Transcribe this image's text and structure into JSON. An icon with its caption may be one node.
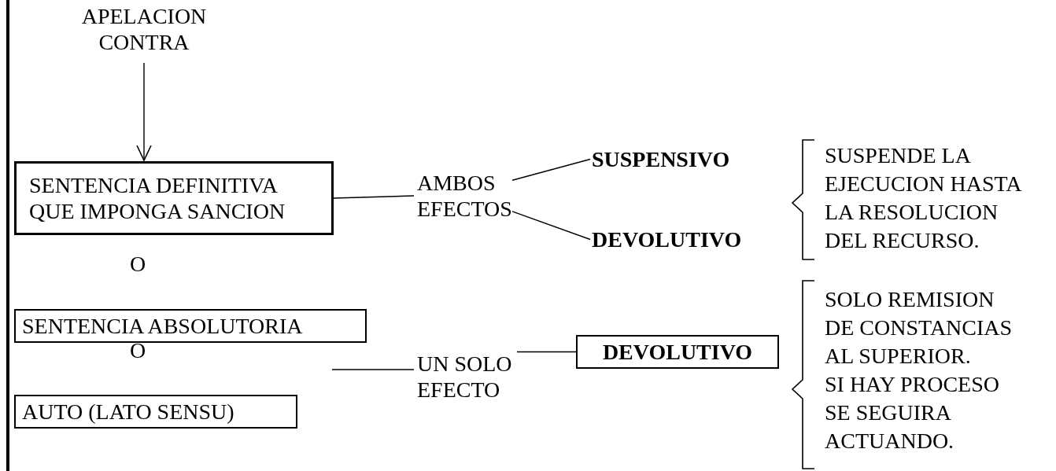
{
  "diagram": {
    "nodes": [
      {
        "text": [
          "APELACION CONTRA"
        ]
      },
      {
        "text": [
          "SENTENCIA DEFINITIVA QUE IMPONGA SANCION"
        ]
      },
      {
        "text": [
          "AMBOS EFECTOS"
        ]
      },
      {
        "text": [
          "SUSPENSIVO"
        ]
      },
      {
        "text": [
          "DEVOLUTIVO"
        ]
      },
      {
        "text": [
          "SENTENCIA ABSOLUTORIA"
        ]
      },
      {
        "text": [
          "AUTO (LATO SENSU)"
        ]
      },
      {
        "text": [
          "UN SOLO EFECTO"
        ]
      },
      {
        "text": [
          "DEVOLUTIVO"
        ]
      }
    ],
    "edges": [
      {
        "from": 0,
        "to": 1,
        "arrow": "to"
      },
      {
        "from": 1,
        "to": 2,
        "arrow": "none"
      },
      {
        "from": 2,
        "to": 3,
        "arrow": "none"
      },
      {
        "from": 2,
        "to": 4,
        "arrow": "none"
      },
      {
        "from": null,
        "to": 7,
        "arrow": "none"
      },
      {
        "from": 7,
        "to": 8,
        "arrow": "none"
      }
    ],
    "labels": [
      "SUSPENDE LA EJECUCION HASTA LA RESOLUCION DEL RECURSO.",
      "O",
      "SOLO REMISION DE CONSTANCIAS AL SUPERIOR.",
      "O",
      "SI HAY PROCESO SE SEGUIRA ACTUANDO."
    ]
  }
}
